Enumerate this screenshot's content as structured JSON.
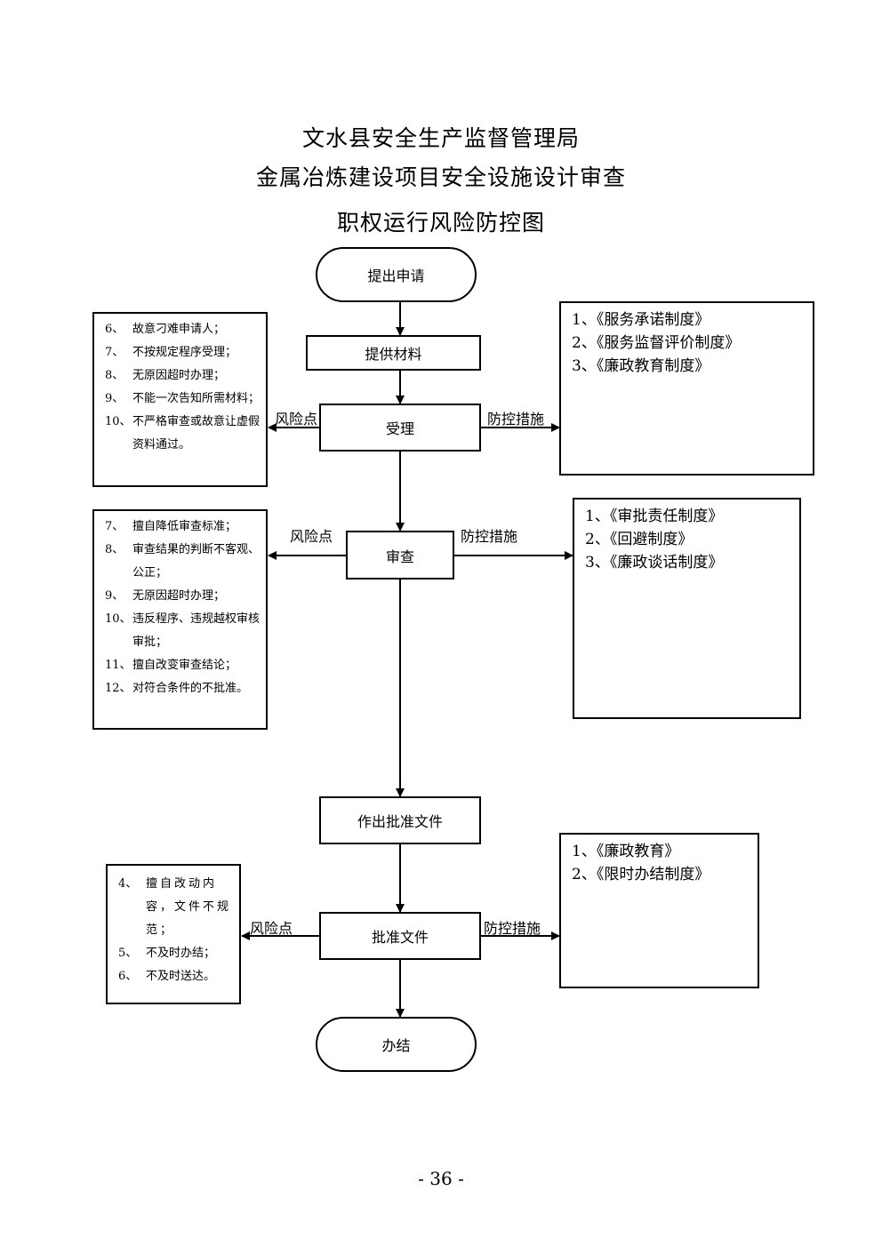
{
  "header": {
    "title_line1": "文水县安全生产监督管理局",
    "title_line2": "金属冶炼建设项目安全设施设计审查",
    "title_line3": "职权运行风险防控图"
  },
  "flow": {
    "start": "提出申请",
    "step_materials": "提供材料",
    "step_accept": "受理",
    "step_review": "审查",
    "step_decision": "作出批准文件",
    "step_approve": "批准文件",
    "end": "办结"
  },
  "labels": {
    "risk_point": "风险点",
    "control_measure": "防控措施"
  },
  "risks": {
    "accept": [
      {
        "num": "6、",
        "text": "故意刁难申请人；"
      },
      {
        "num": "7、",
        "text": "不按规定程序受理；"
      },
      {
        "num": "8、",
        "text": "无原因超时办理；"
      },
      {
        "num": "9、",
        "text": "不能一次告知所需材料；"
      },
      {
        "num": "10、",
        "text": "不严格审查或故意让虚假资料通过。"
      }
    ],
    "review": [
      {
        "num": "7、",
        "text": "擅自降低审查标准；"
      },
      {
        "num": "8、",
        "text": "审查结果的判断不客观、公正；"
      },
      {
        "num": "9、",
        "text": "无原因超时办理；"
      },
      {
        "num": "10、",
        "text": "违反程序、违规越权审核审批；"
      },
      {
        "num": "11、",
        "text": "擅自改变审查结论；"
      },
      {
        "num": "12、",
        "text": "对符合条件的不批准。"
      }
    ],
    "approve": [
      {
        "num": "4、",
        "text": "擅自改动内容，文件不规范；"
      },
      {
        "num": "5、",
        "text": "不及时办结；"
      },
      {
        "num": "6、",
        "text": "不及时送达。"
      }
    ]
  },
  "measures": {
    "accept": [
      "1、《服务承诺制度》",
      "2、《服务监督评价制度》",
      "3、《廉政教育制度》"
    ],
    "review": [
      "1、《审批责任制度》",
      "2、《回避制度》",
      "3、《廉政谈话制度》"
    ],
    "approve": [
      "1、《廉政教育》",
      "2、《限时办结制度》"
    ]
  },
  "footer": {
    "page_number": "- 36 -"
  }
}
